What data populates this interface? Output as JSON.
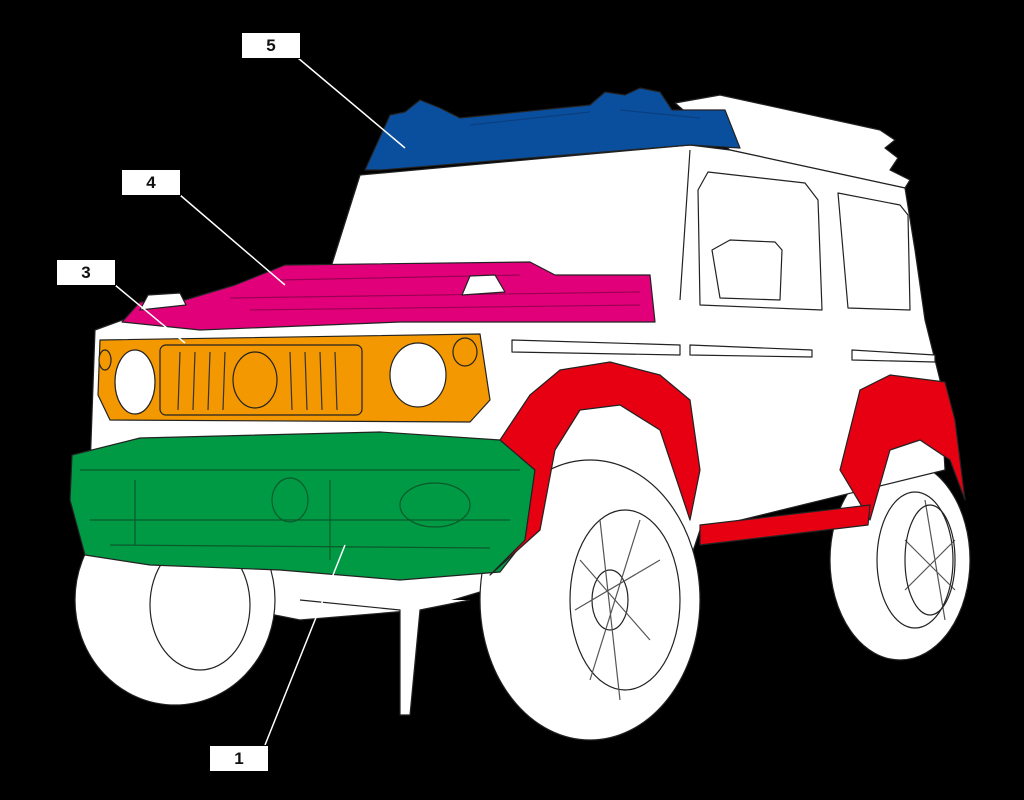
{
  "callouts": [
    {
      "id": "5",
      "label": "5",
      "part": "roof",
      "color": "#0a4f9e"
    },
    {
      "id": "4",
      "label": "4",
      "part": "hood",
      "color": "#e2007a"
    },
    {
      "id": "3",
      "label": "3",
      "part": "grille",
      "color": "#f39800"
    },
    {
      "id": "1",
      "label": "1",
      "part": "front-bumper",
      "color": "#009a44"
    }
  ],
  "colors": {
    "background": "#000000",
    "body": "#ffffff",
    "fenders": "#e60012"
  }
}
